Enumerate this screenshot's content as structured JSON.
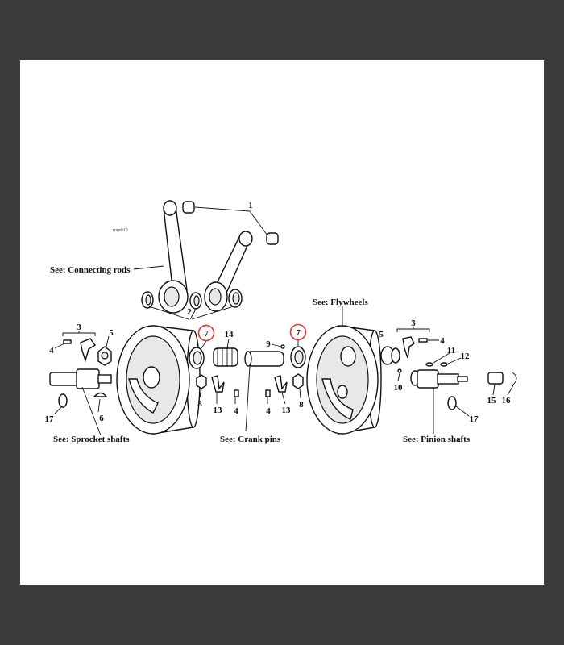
{
  "diagram": {
    "code": "rom010",
    "references": {
      "connecting_rods": "See: Connecting rods",
      "flywheels": "See: Flywheels",
      "sprocket_shafts": "See: Sprocket shafts",
      "crank_pins": "See: Crank pins",
      "pinion_shafts": "See: Pinion shafts"
    },
    "callouts": {
      "n1": "1",
      "n2": "2",
      "n3a": "3",
      "n3b": "3",
      "n4a": "4",
      "n4b": "4",
      "n4c": "4",
      "n4d": "4",
      "n5a": "5",
      "n5b": "5",
      "n6": "6",
      "n7a": "7",
      "n7b": "7",
      "n8a": "8",
      "n8b": "8",
      "n9": "9",
      "n10": "10",
      "n11": "11",
      "n12": "12",
      "n13a": "13",
      "n13b": "13",
      "n14": "14",
      "n15": "15",
      "n16": "16",
      "n17a": "17",
      "n17b": "17"
    },
    "highlight_color": "#e03030"
  }
}
